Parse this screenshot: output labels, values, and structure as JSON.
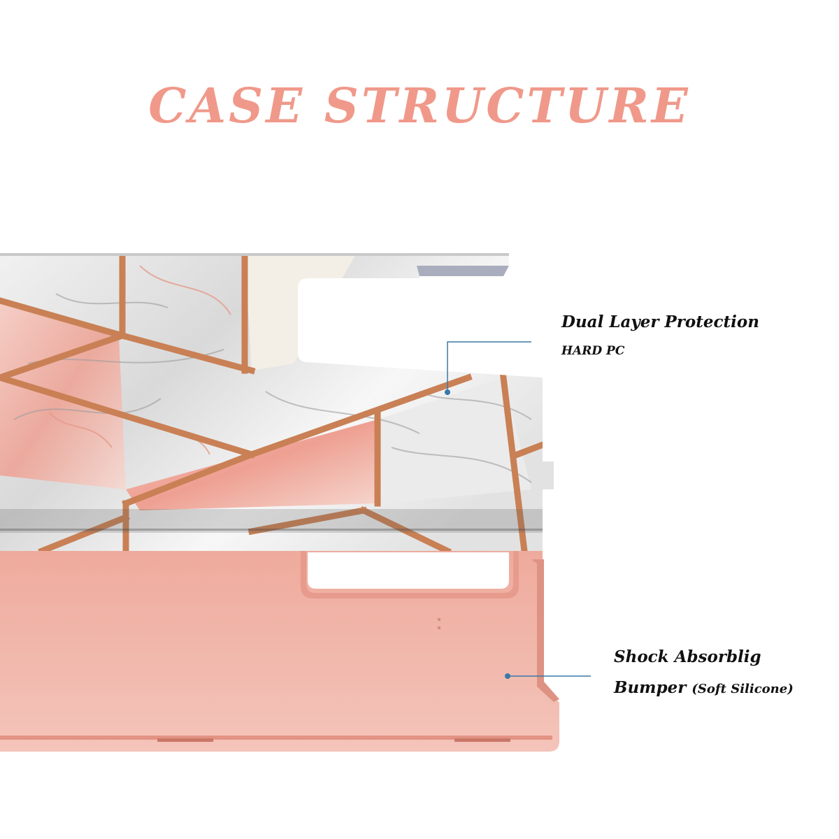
{
  "title": "CASE STRUCTURE",
  "layers": {
    "hard_pc": {
      "heading": "Dual Layer Protection",
      "sub": "HARD PC"
    },
    "bumper": {
      "heading": "Shock Absorblig",
      "line2_main": "Bumper",
      "line2_paren": "(Soft Silicone)"
    }
  },
  "colors": {
    "title": "#f0998a",
    "bumper": "#f2b8ad",
    "gold_lines": "#c98055",
    "pointer": "#3a78a8"
  }
}
